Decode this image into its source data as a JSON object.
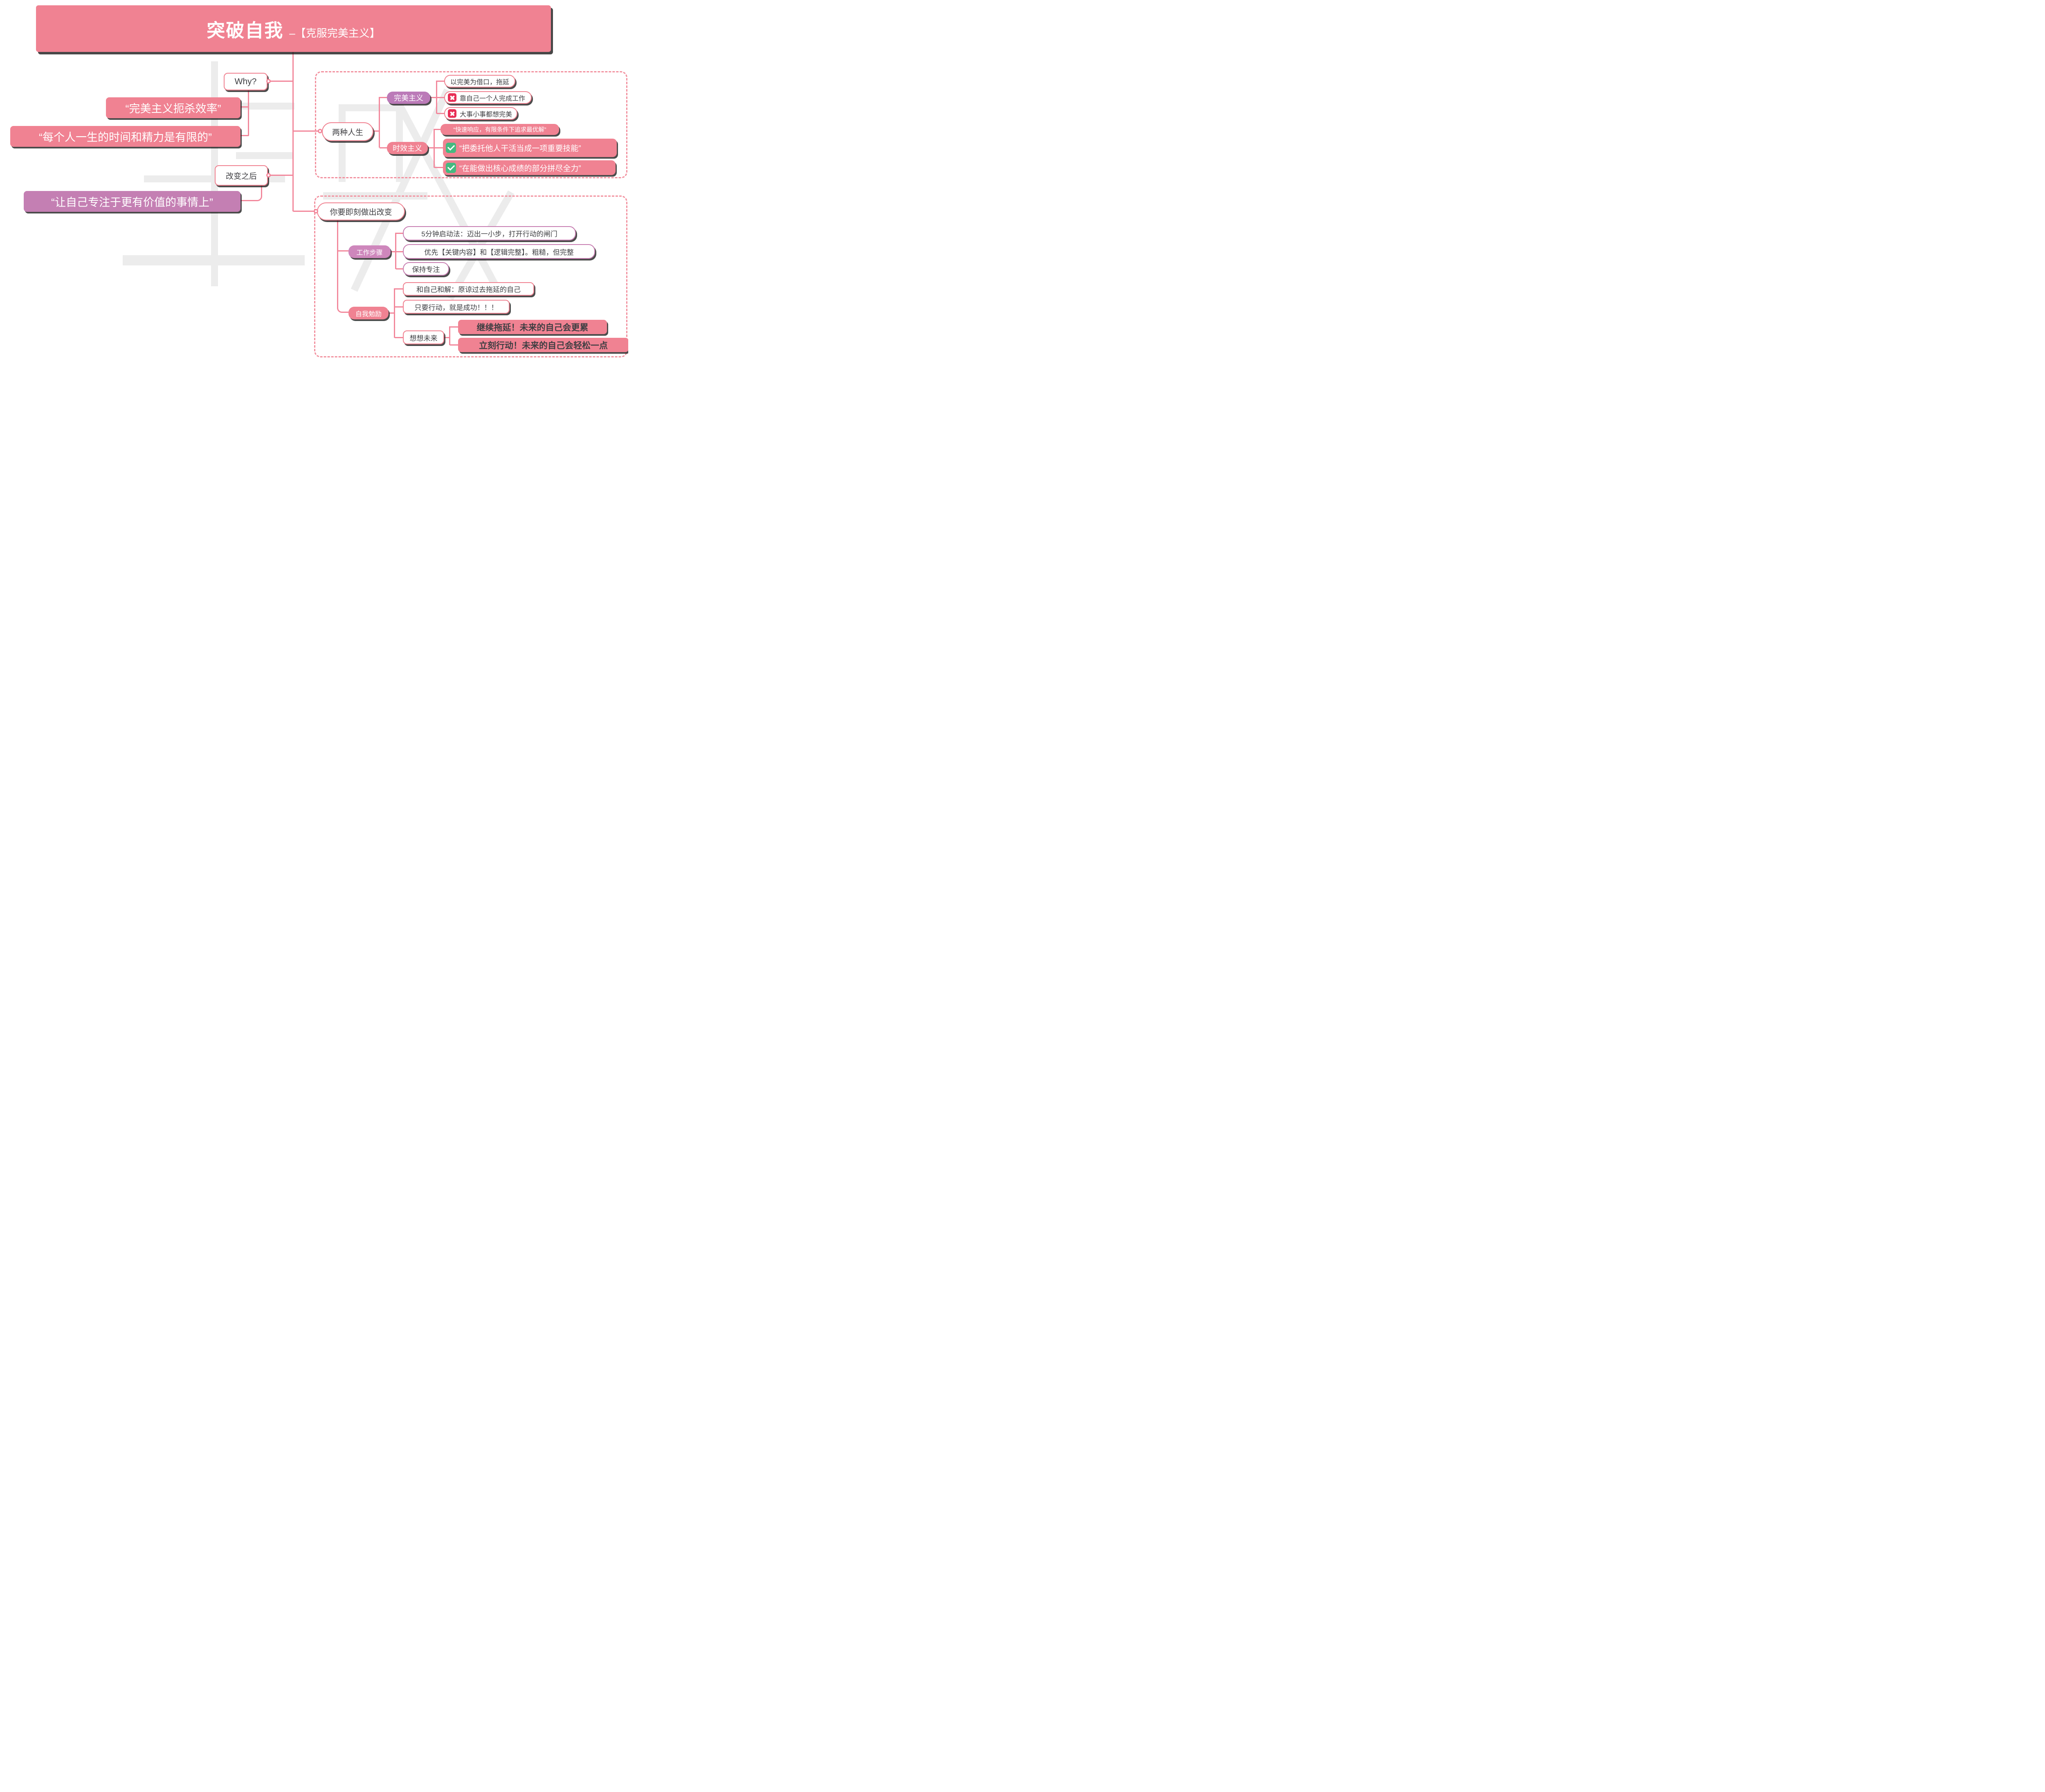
{
  "title": {
    "main": "突破自我",
    "sub": "–【克服完美主义】"
  },
  "why": {
    "label": "Why?",
    "quotes": [
      "“完美主义扼杀效率”",
      "“每个人一生的时间和精力是有限的”"
    ]
  },
  "after_change": {
    "label": "改变之后",
    "quote": "“让自己专注于更有价值的事情上”"
  },
  "two_lives": {
    "label": "两种人生",
    "perfectionism": {
      "label": "完美主义",
      "items": [
        {
          "icon": "none",
          "text": "以完美为借口，拖延"
        },
        {
          "icon": "cross",
          "text": "靠自己一个人完成工作"
        },
        {
          "icon": "cross",
          "text": "大事小事都想完美"
        }
      ]
    },
    "timeliness": {
      "label": "时效主义",
      "items": [
        {
          "icon": "none",
          "text": "“快速响应，有限条件下追求最优解”"
        },
        {
          "icon": "check",
          "text": "“把委托他人干活当成一项重要技能”"
        },
        {
          "icon": "check",
          "text": "“在能做出核心成绩的部分拼尽全力”"
        }
      ]
    }
  },
  "make_change": {
    "label": "你要即刻做出改变",
    "work_steps": {
      "label": "工作步骤",
      "items": [
        "5分钟启动法：迈出一小步，打开行动的闸门",
        "优先【关键内容】和【逻辑完整】。粗糙，但完整",
        "保持专注"
      ]
    },
    "self_motivation": {
      "label": "自我勉励",
      "items": [
        "和自己和解：原谅过去拖延的自己",
        "只要行动，就是成功！！！"
      ],
      "think_future": {
        "label": "想想未来",
        "items": [
          "继续拖延！未来的自己会更累",
          "立刻行动！未来的自己会轻松一点"
        ]
      }
    }
  },
  "colors": {
    "pink_fill": "#F08292",
    "pink_border": "#F0808F",
    "connector": "#F2879B",
    "dashed_border": "#F2919F",
    "purple_node": "#BB7AB8",
    "mauve_node": "#CE87BC",
    "purple_quote": "#C47FB3",
    "purple_item_border": "#C67CB0",
    "cross_red": "#E82F56",
    "check_green": "#46B980",
    "dark_text": "#3E3E42",
    "watermark_gray": "#ECECEC"
  }
}
